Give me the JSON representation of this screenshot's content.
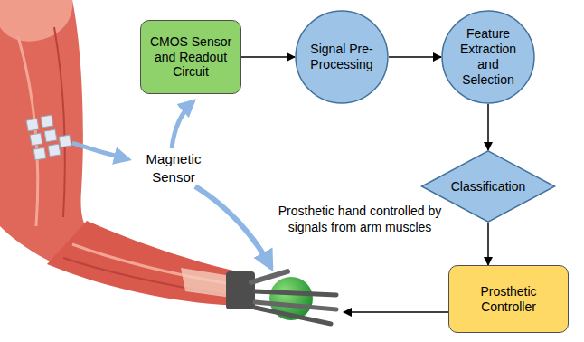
{
  "diagram": {
    "nodes": [
      {
        "text": [
          "CMOS Sensor and Readout Circuit"
        ]
      },
      {
        "text": [
          "Signal Pre-Processing"
        ]
      },
      {
        "text": [
          "Feature Extraction and Selection"
        ]
      },
      {
        "text": [
          "Classification"
        ]
      },
      {
        "text": [
          "Prosthetic Controller"
        ]
      }
    ],
    "edges": [
      {
        "from": 0,
        "to": 1,
        "arrow": "to"
      },
      {
        "from": 1,
        "to": 2,
        "arrow": "to"
      },
      {
        "from": 2,
        "to": 3,
        "arrow": "to"
      },
      {
        "from": 3,
        "to": 4,
        "arrow": "to"
      }
    ],
    "labels": [
      "Magnetic Sensor",
      "Prosthetic hand controlled by signals from arm muscles"
    ]
  }
}
